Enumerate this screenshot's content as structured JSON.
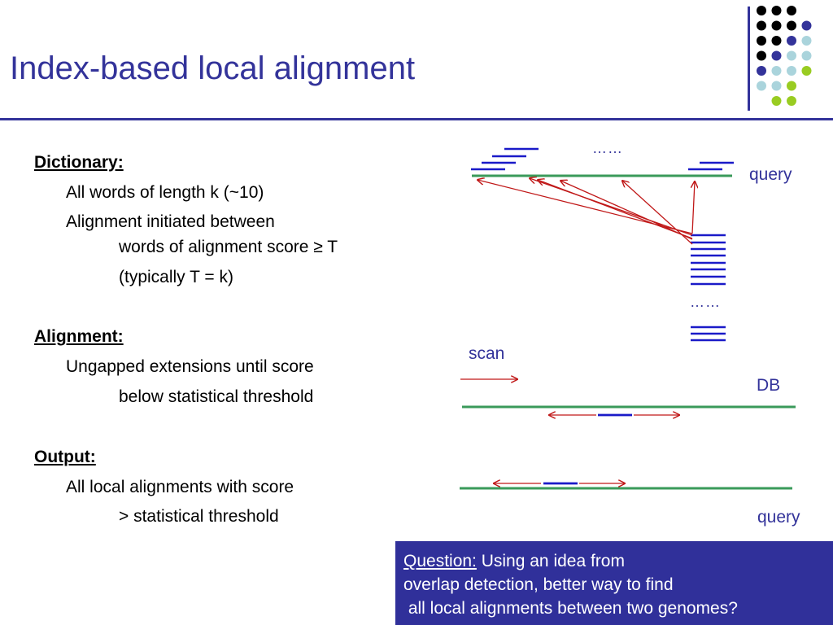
{
  "slide": {
    "title": "Index-based local alignment"
  },
  "left_text": {
    "dictionary": {
      "heading": "Dictionary:",
      "line1": "All words of length k (~10)",
      "line2": "Alignment initiated between",
      "line3": "words of alignment score ≥ T",
      "line4": "(typically T = k)"
    },
    "alignment": {
      "heading": "Alignment:",
      "line1": "Ungapped extensions until score",
      "line2": "below statistical threshold"
    },
    "output": {
      "heading": "Output:",
      "line1": "All local alignments with score",
      "line2": "> statistical threshold"
    }
  },
  "diagram": {
    "query_label_top": "query",
    "ellipsis_top": "……",
    "ellipsis_mid": "……",
    "scan_label": "scan",
    "db_label": "DB",
    "query_label_bottom": "query"
  },
  "question": {
    "label": "Question:",
    "line1_rest": " Using an idea from",
    "line2": "overlap detection, better way to find",
    "line3": " all local alignments between two genomes?"
  },
  "colors": {
    "accent_blue": "#33339a",
    "word_blue": "#1a1ac8",
    "sequence_green": "#3a9a5a",
    "arrow_red": "#c01818",
    "dot_black": "#000000",
    "dot_navy": "#33339a",
    "dot_light_blue": "#aad4dc",
    "dot_lime": "#99cc22"
  }
}
